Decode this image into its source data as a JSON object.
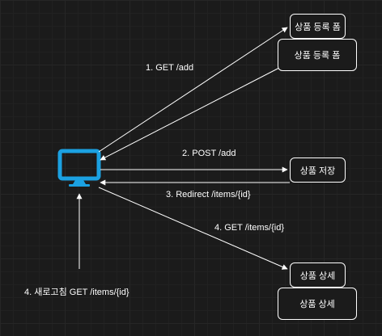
{
  "colors": {
    "background": "#1b1b1b",
    "edge": "#ffffff",
    "client_icon": "#1ba1e2"
  },
  "nodes": {
    "client_icon": "monitor-icon",
    "form_top": "상품 등록 폼",
    "form_main": "상품 등록 폼",
    "save": "상품 저장",
    "detail_top": "상품 상세",
    "detail_main": "상품 상세"
  },
  "edges": {
    "get_add": "1. GET /add",
    "post_add": "2. POST /add",
    "redirect": "3. Redirect /items/{id}",
    "get_items": "4. GET /items/{id}",
    "refresh": "4. 새로고침 GET /items/{id}"
  }
}
